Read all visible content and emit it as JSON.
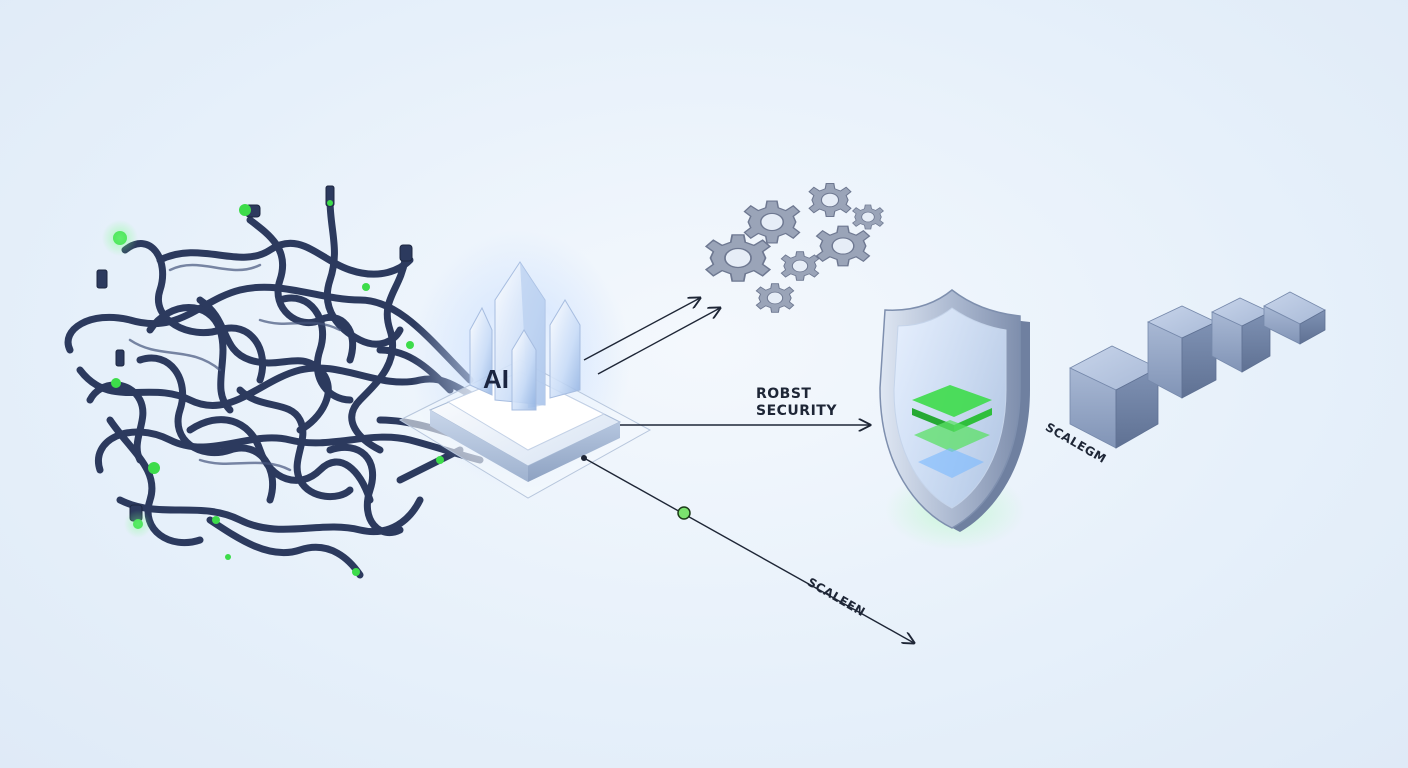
{
  "core": {
    "label": "AI"
  },
  "security": {
    "line1": "ROBST",
    "line2": "SECURITY"
  },
  "scale_labels": {
    "diagonal_arrow": "SCALEEN",
    "blocks": "SCALEGM"
  },
  "colors": {
    "background": "#e9f2fb",
    "cable": "#2c3a5e",
    "accent_green": "#3ddc4a",
    "gear": "#8d97ab",
    "shield_frame": "#aab8d0",
    "block": "#8fa3c4"
  },
  "icons": [
    "tangled-cables-icon",
    "ai-crystal-icon",
    "gears-icon",
    "shield-icon",
    "scaling-blocks-icon"
  ]
}
